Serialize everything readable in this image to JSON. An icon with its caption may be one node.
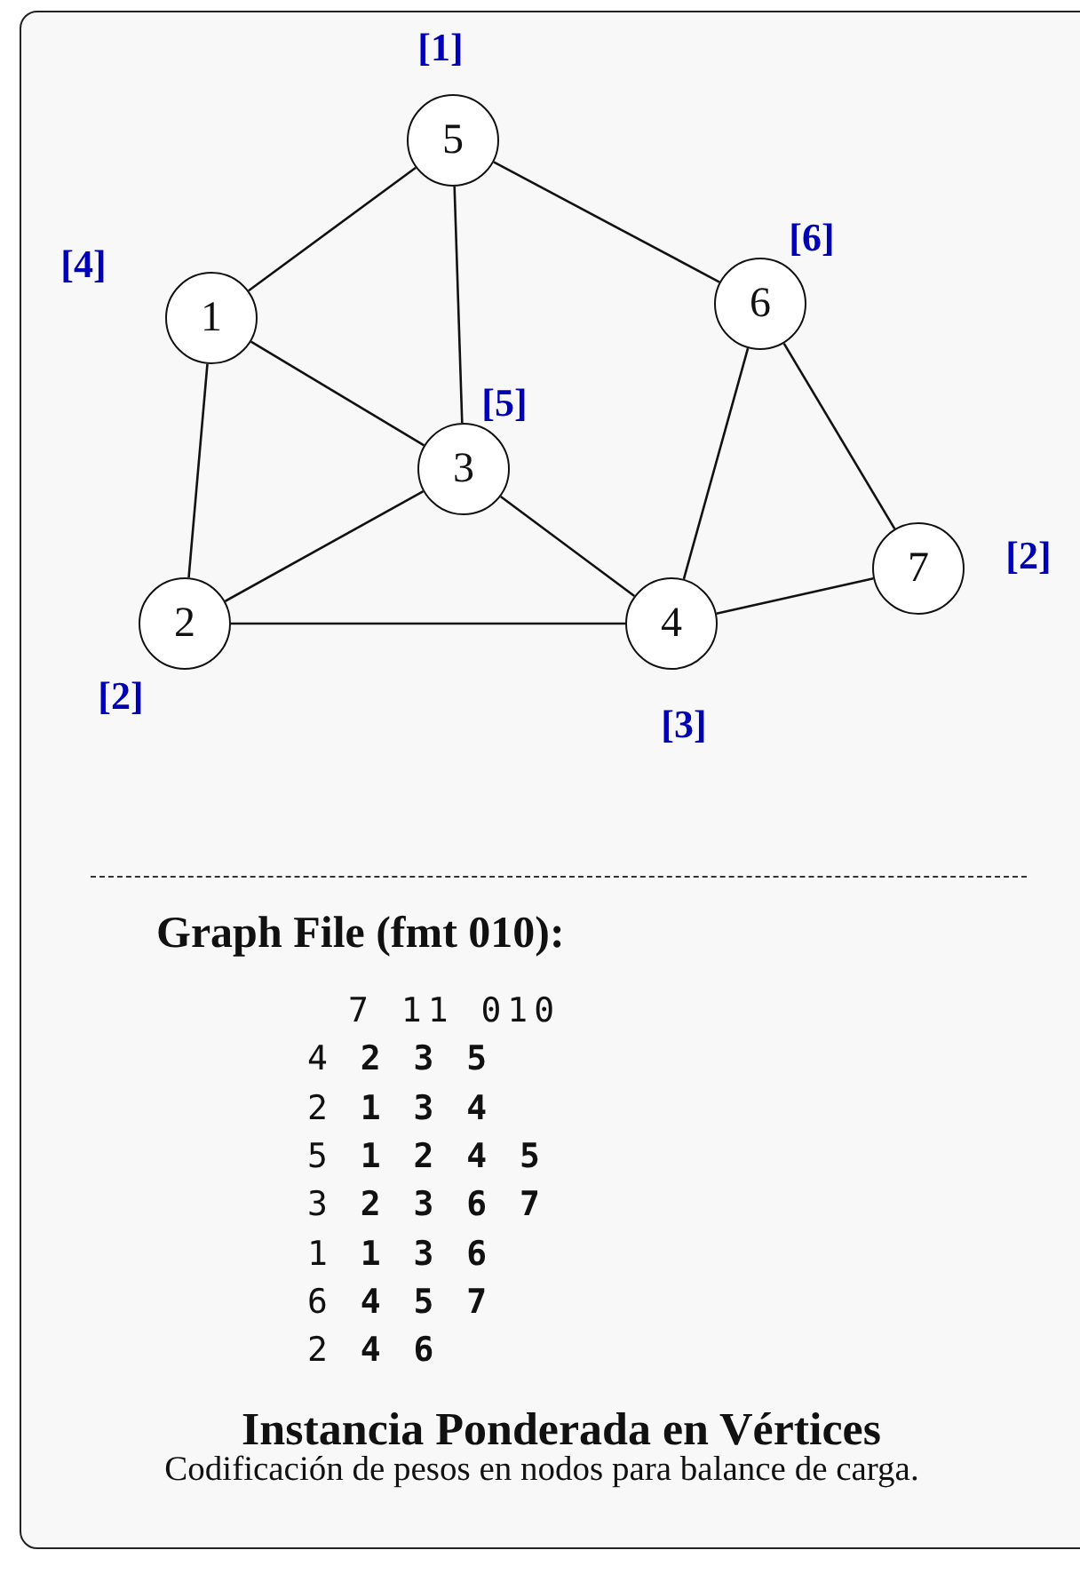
{
  "diagram": {
    "title": "Instancia Ponderada en Vértices",
    "caption": "Codificación de pesos en nodos para balance de carga.",
    "nodes": [
      {
        "text": [
          "5"
        ],
        "beside": [
          "[1]"
        ]
      },
      {
        "text": [
          "1"
        ],
        "beside": [
          "[4]"
        ]
      },
      {
        "text": [
          "6"
        ],
        "beside": [
          "[6]"
        ]
      },
      {
        "text": [
          "3"
        ],
        "beside": [
          "[5]"
        ]
      },
      {
        "text": [
          "2"
        ],
        "beside": [
          "[2]"
        ]
      },
      {
        "text": [
          "4"
        ],
        "beside": [
          "[3]"
        ]
      },
      {
        "text": [
          "7"
        ],
        "beside": [
          "[2]"
        ]
      }
    ],
    "edges": [
      {
        "from": 0,
        "to": 1,
        "arrow": "none"
      },
      {
        "from": 0,
        "to": 3,
        "arrow": "none"
      },
      {
        "from": 0,
        "to": 2,
        "arrow": "none"
      },
      {
        "from": 1,
        "to": 3,
        "arrow": "none"
      },
      {
        "from": 1,
        "to": 4,
        "arrow": "none"
      },
      {
        "from": 3,
        "to": 4,
        "arrow": "none"
      },
      {
        "from": 3,
        "to": 5,
        "arrow": "none"
      },
      {
        "from": 2,
        "to": 5,
        "arrow": "none"
      },
      {
        "from": 2,
        "to": 6,
        "arrow": "none"
      },
      {
        "from": 4,
        "to": 5,
        "arrow": "none"
      },
      {
        "from": 5,
        "to": 6,
        "arrow": "none"
      }
    ],
    "labels": [
      "Graph File (fmt 010):",
      "7 11 010",
      "4 **2 3 5**",
      "2 **1 3 4**",
      "5 **1 2 4 5**",
      "3 **2 3 6 7**",
      "1 **1 3 6**",
      "6 **4 5 7**",
      "2 **4 6**"
    ]
  }
}
